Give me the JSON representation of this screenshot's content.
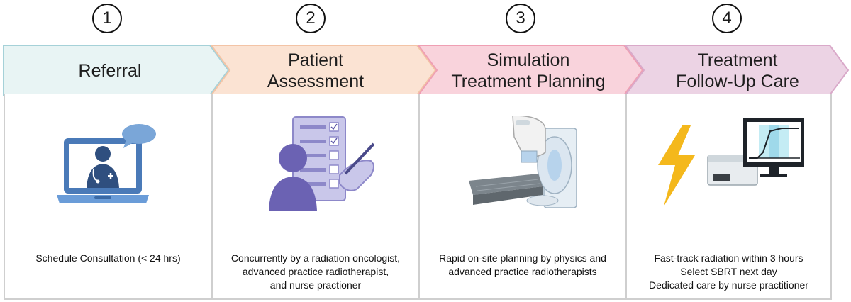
{
  "stages": [
    {
      "number": "1",
      "title_lines": [
        "Referral"
      ],
      "illustration": "telehealth-laptop-icon",
      "description_lines": [
        "Schedule Consultation (< 24 hrs)"
      ],
      "color": "#e8f4f4"
    },
    {
      "number": "2",
      "title_lines": [
        "Patient",
        "Assessment"
      ],
      "illustration": "patient-checklist-icon",
      "description_lines": [
        "Concurrently by a radiation oncologist,",
        "advanced practice radiotherapist,",
        "and nurse practioner"
      ],
      "color": "#fbe3d3"
    },
    {
      "number": "3",
      "title_lines": [
        "Simulation",
        "Treatment Planning"
      ],
      "illustration": "linac-machine-icon",
      "description_lines": [
        "Rapid on-site planning by physics and",
        "advanced practice radiotherapists"
      ],
      "color": "#f9d3dc"
    },
    {
      "number": "4",
      "title_lines": [
        "Treatment",
        "Follow-Up Care"
      ],
      "illustration": "radiation-monitor-icon",
      "description_lines": [
        "Fast-track radiation within 3 hours",
        "Select SBRT next day",
        "Dedicated care by nurse practitioner"
      ],
      "color": "#ecd3e4"
    }
  ]
}
